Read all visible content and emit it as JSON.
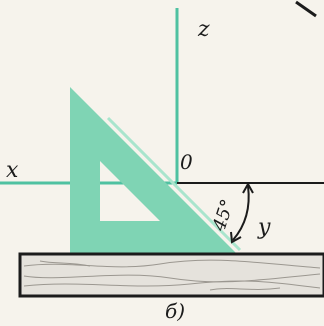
{
  "figure": {
    "axis_labels": {
      "x": "x",
      "z": "z",
      "y": "y",
      "origin": "0"
    },
    "angle_label": "45°",
    "caption": "б)"
  },
  "colors": {
    "paper": "#f6f3ec",
    "triangle_fill": "#7fd4b4",
    "axis": "#4fc1a1",
    "ink": "#1b1b1b",
    "board_fill": "#e5e2dc",
    "board_grain": "#9b9790"
  }
}
